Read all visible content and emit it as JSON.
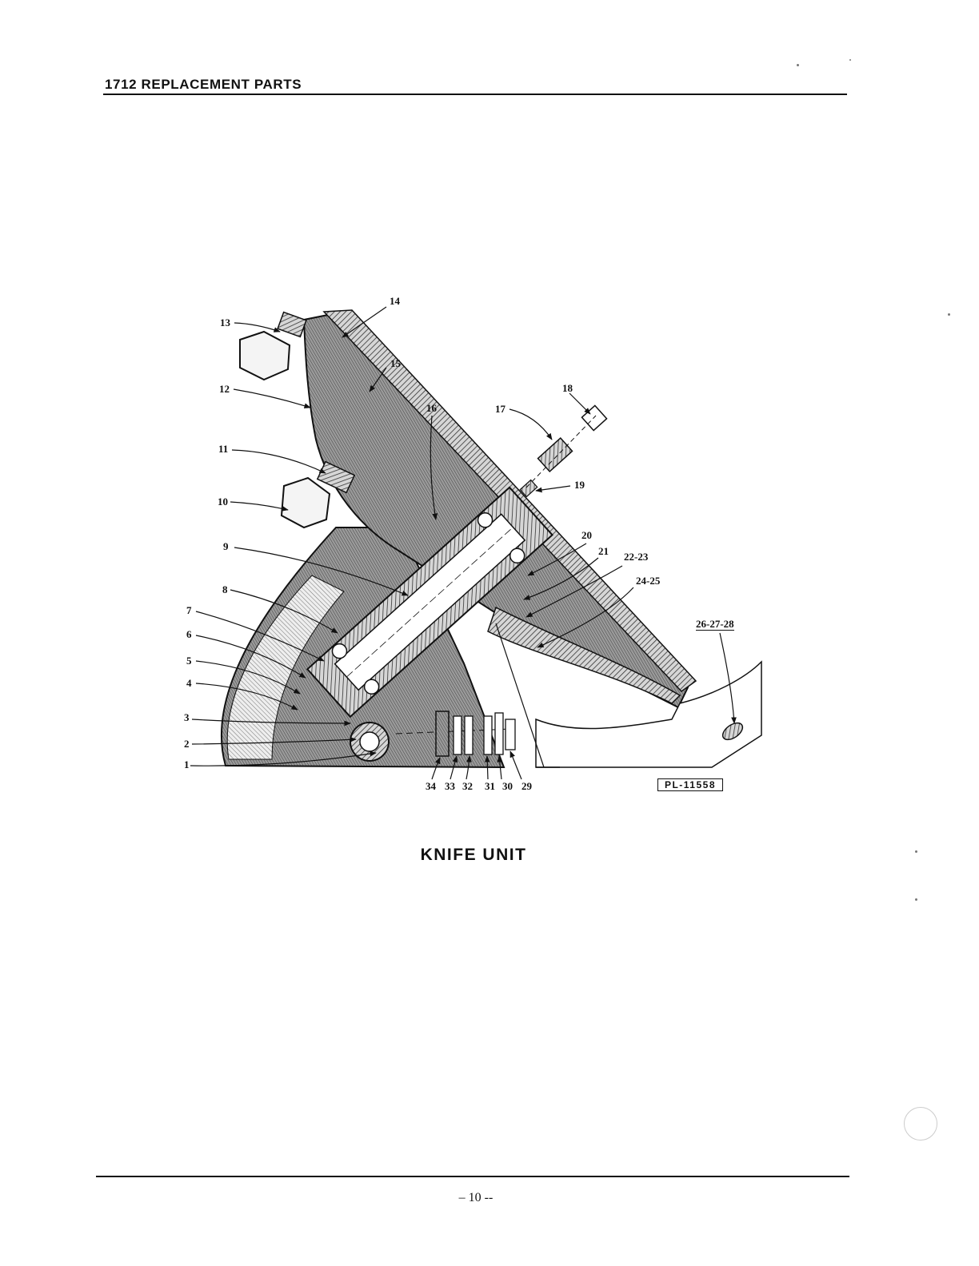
{
  "header": {
    "title": "1712 REPLACEMENT PARTS"
  },
  "figure": {
    "plate_id": "PL-11558",
    "caption": "KNIFE UNIT",
    "callouts": [
      {
        "id": "c13",
        "label": "13"
      },
      {
        "id": "c14",
        "label": "14"
      },
      {
        "id": "c15",
        "label": "15"
      },
      {
        "id": "c12",
        "label": "12"
      },
      {
        "id": "c16",
        "label": "16"
      },
      {
        "id": "c17",
        "label": "17"
      },
      {
        "id": "c18",
        "label": "18"
      },
      {
        "id": "c11",
        "label": "11"
      },
      {
        "id": "c19",
        "label": "19"
      },
      {
        "id": "c10",
        "label": "10"
      },
      {
        "id": "c20",
        "label": "20"
      },
      {
        "id": "c9",
        "label": "9"
      },
      {
        "id": "c21",
        "label": "21"
      },
      {
        "id": "c2223",
        "label": "22-23"
      },
      {
        "id": "c2425",
        "label": "24-25"
      },
      {
        "id": "c8",
        "label": "8"
      },
      {
        "id": "c262728",
        "label": "26-27-28"
      },
      {
        "id": "c7",
        "label": "7"
      },
      {
        "id": "c6",
        "label": "6"
      },
      {
        "id": "c5",
        "label": "5"
      },
      {
        "id": "c4",
        "label": "4"
      },
      {
        "id": "c3",
        "label": "3"
      },
      {
        "id": "c2",
        "label": "2"
      },
      {
        "id": "c1",
        "label": "1"
      },
      {
        "id": "c34",
        "label": "34"
      },
      {
        "id": "c33",
        "label": "33"
      },
      {
        "id": "c32",
        "label": "32"
      },
      {
        "id": "c31",
        "label": "31"
      },
      {
        "id": "c30",
        "label": "30"
      },
      {
        "id": "c29",
        "label": "29"
      }
    ]
  },
  "footer": {
    "page_number": "– 10 --"
  }
}
